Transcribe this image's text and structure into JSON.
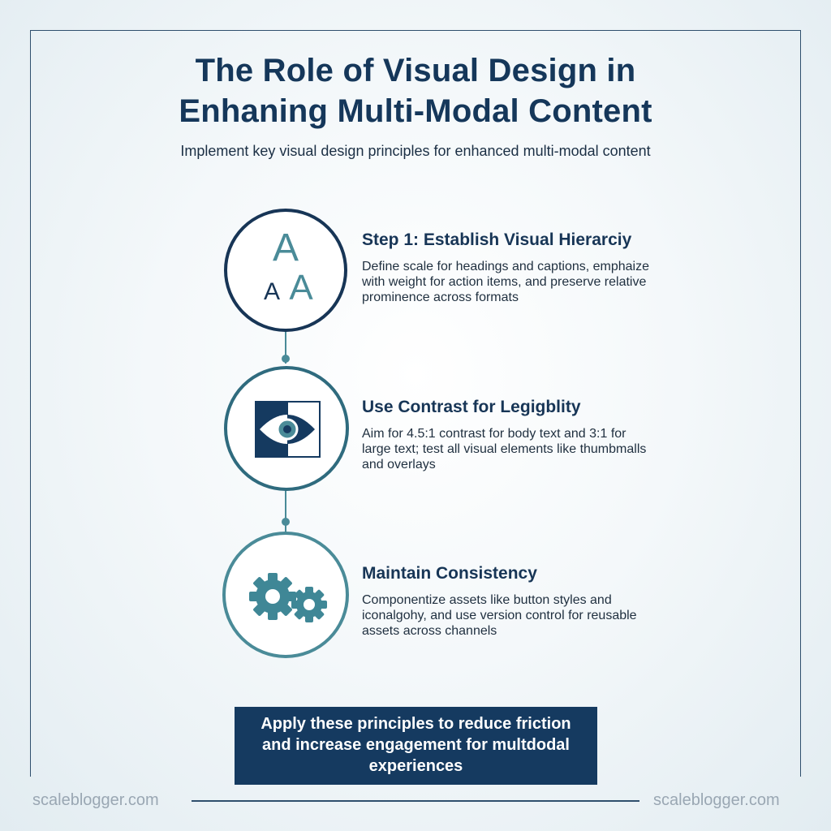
{
  "header": {
    "title_line1": "The Role of Visual Design in",
    "title_line2": "Enhaning Multi-Modal Content",
    "subtitle": "Implement key visual design principles for enhanced multi-modal content"
  },
  "steps": [
    {
      "heading": "Step 1: Establish Visual Hierarciy",
      "description": "Define scale for headings and captions, emphaize with weight for action items, and preserve relative prominence across formats",
      "icon": "typography-icon",
      "glyph_large": "A",
      "glyph_small": "A",
      "glyph_medium": "A"
    },
    {
      "heading": "Use Contrast for Legigblity",
      "description": "Aim for 4.5:1 contrast for body text and 3:1 for large text; test all visual elements like thumbmalls and overlays",
      "icon": "contrast-eye-icon"
    },
    {
      "heading": "Maintain Consistency",
      "description": "Componentize assets like button styles and iconalgohy, and use version control for reusable assets across channels",
      "icon": "gears-icon"
    }
  ],
  "cta": {
    "text": "Apply these principles to reduce friction and increase engagement for multdodal experiences"
  },
  "footer": {
    "left": "scaleblogger.com",
    "right": "scaleblogger.com"
  },
  "colors": {
    "navy": "#15375a",
    "teal_dark": "#2f6b7e",
    "teal": "#4a8b98",
    "cta_bg": "#153a60"
  }
}
